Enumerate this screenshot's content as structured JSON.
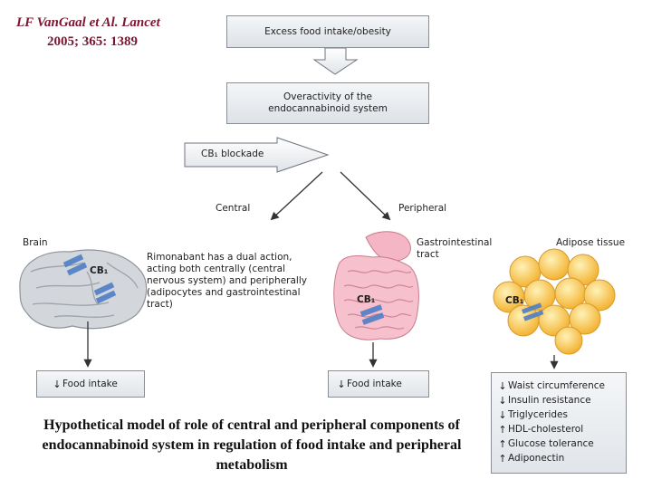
{
  "citation": {
    "line1": "LF VanGaal et Al. Lancet",
    "line2": "2005; 365: 1389"
  },
  "flow": {
    "top_box": "Excess food intake/obesity",
    "second_box": "Overactivity of the endocannabinoid system",
    "blockade": "CB₁ blockade",
    "central": "Central",
    "peripheral": "Peripheral"
  },
  "organs": {
    "brain": "Brain",
    "gi": "Gastrointestinal tract",
    "adipose": "Adipose tissue",
    "receptor": "CB₁"
  },
  "note": "Rimonabant has a dual action, acting both centrally (central nervous system) and peripherally (adipocytes and gastrointestinal tract)",
  "outcomes": {
    "brain": {
      "arrow": "↓",
      "text": "Food intake"
    },
    "gi": {
      "arrow": "↓",
      "text": "Food intake"
    },
    "adipose": [
      {
        "arrow": "↓",
        "text": "Waist circumference"
      },
      {
        "arrow": "↓",
        "text": "Insulin resistance"
      },
      {
        "arrow": "↓",
        "text": "Triglycerides"
      },
      {
        "arrow": "↑",
        "text": "HDL-cholesterol"
      },
      {
        "arrow": "↑",
        "text": "Glucose tolerance"
      },
      {
        "arrow": "↑",
        "text": "Adiponectin"
      }
    ]
  },
  "caption": "Hypothetical model of role of central and peripheral components of endocannabinoid system in regulation of food intake and peripheral metabolism",
  "colors": {
    "citation": "#7b1530",
    "fat_cell": "#f7be3a",
    "receptor": "#4f7fc7",
    "gut": "#f3b3c2",
    "brain": "#cdd2d8"
  }
}
